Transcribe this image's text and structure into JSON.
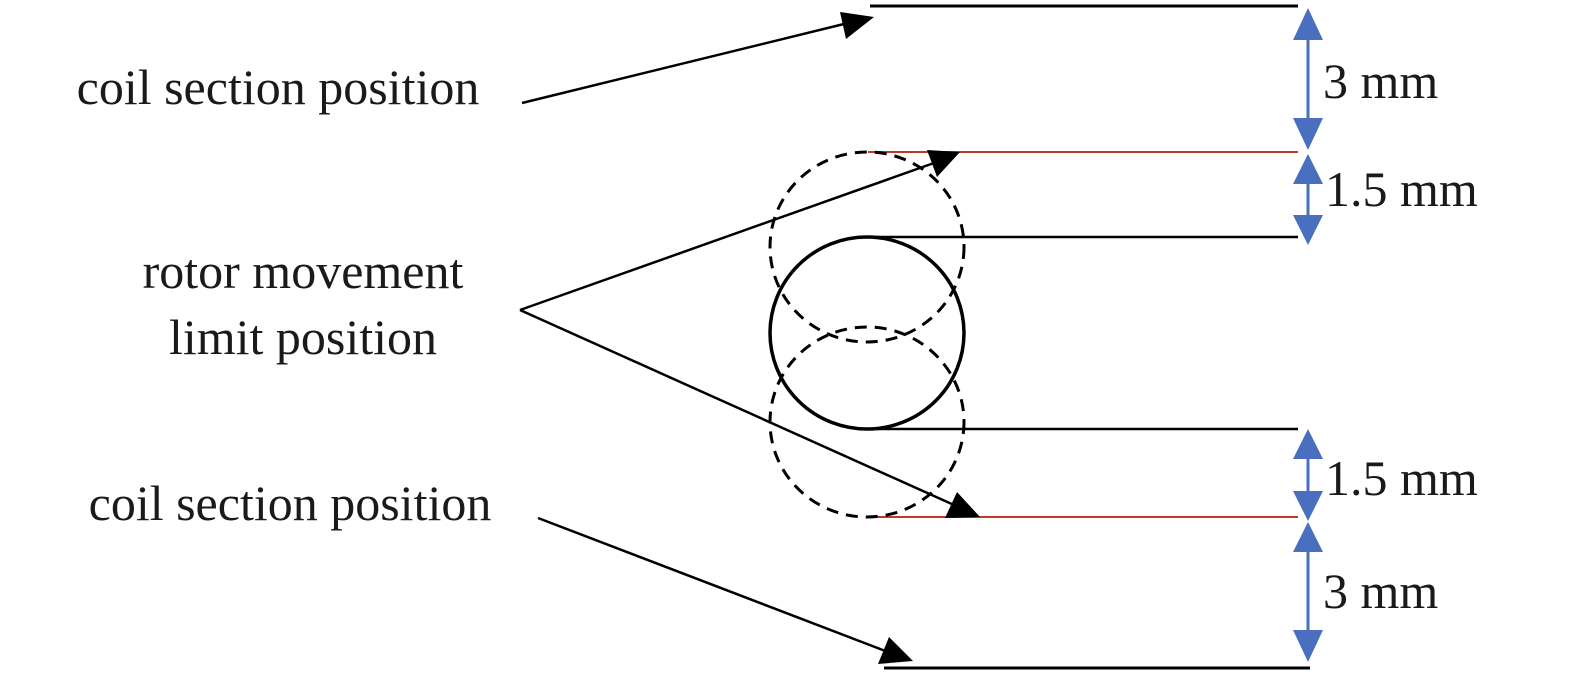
{
  "labels": {
    "coil_top": "coil section position",
    "rotor_line1": "rotor movement",
    "rotor_line2": "limit position",
    "coil_bottom": "coil section position"
  },
  "dimensions": {
    "top_gap": "3 mm",
    "upper_travel": "1.5 mm",
    "lower_travel": "1.5 mm",
    "bottom_gap": "3 mm"
  },
  "colors": {
    "line": "#000000",
    "limit_line": "#c0392b",
    "dimension_arrow": "#4a6fbf",
    "text": "#1a1a1a"
  }
}
